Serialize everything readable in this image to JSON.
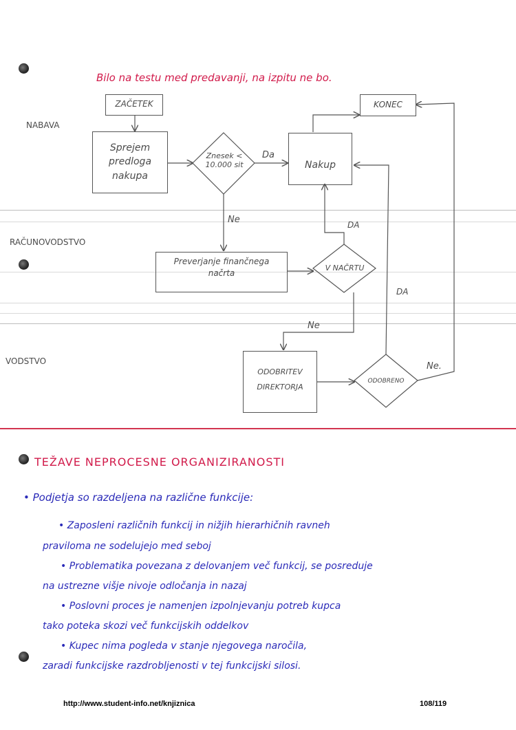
{
  "note": "Bilo na testu med predavanji, na izpitu ne bo.",
  "lanes": {
    "nabava": "NABAVA",
    "racunovodstvo": "RAČUNOVODSTVO",
    "vodstvo": "VODSTVO"
  },
  "flow": {
    "start": "ZAČETEK",
    "receive": "Sprejem\npredloga\nnakupa",
    "decision_amount": "Znesek <\n10.000 sit",
    "yes_amount": "Da",
    "no_amount": "Ne",
    "purchase": "Nakup",
    "end": "KONEC",
    "check_plan": "Preverjanje finančnega\nnačrta",
    "decision_plan": "V NAČRTU",
    "yes_plan": "DA",
    "no_plan": "Ne",
    "approval": "ODOBRITEV\nDIREKTORJA",
    "decision_approved": "ODOBRENO",
    "yes_approved": "DA",
    "no_approved": "Ne."
  },
  "section": {
    "title": "TEŽAVE NEPROCESNE ORGANIZIRANOSTI"
  },
  "notes": [
    "• Podjetja so razdeljena na različne funkcije:",
    "• Zaposleni različnih funkcij in nižjih hierarhičnih ravneh",
    "praviloma ne sodelujejo med seboj",
    "• Problematika povezana z delovanjem več funkcij, se posreduje",
    "na ustrezne višje nivoje odločanja in nazaj",
    "• Poslovni proces je namenjen izpolnjevanju potreb kupca",
    "tako poteka skozi več funkcijskih oddelkov",
    "• Kupec nima pogleda v stanje njegovega naročila,",
    "zaradi funkcijske razdrobljenosti v tej funkcijski silosi."
  ],
  "footer": {
    "url": "http://www.student-info.net/knjiznica",
    "page": "108/119"
  },
  "colors": {
    "pencil": "#4a4a4a",
    "red_ink": "#d11a4a",
    "blue_ink": "#2a2ab8",
    "red_rule": "#d2334f"
  }
}
